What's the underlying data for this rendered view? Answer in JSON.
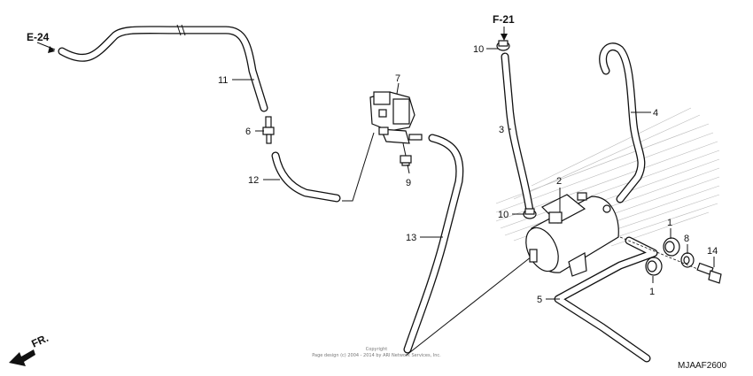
{
  "refs": {
    "e24": "E-24",
    "f21": "F-21",
    "fr": "FR."
  },
  "callouts": {
    "c1a": "1",
    "c1b": "1",
    "c2": "2",
    "c3": "3",
    "c4": "4",
    "c5": "5",
    "c6": "6",
    "c7": "7",
    "c8": "8",
    "c9": "9",
    "c10a": "10",
    "c10b": "10",
    "c11": "11",
    "c12": "12",
    "c13": "13",
    "c14": "14"
  },
  "copyright": {
    "line1": "Copyright",
    "line2": "Page design (c) 2004 - 2014 by ARI Network Services, Inc."
  },
  "diagram_code": "MJAAF2600"
}
